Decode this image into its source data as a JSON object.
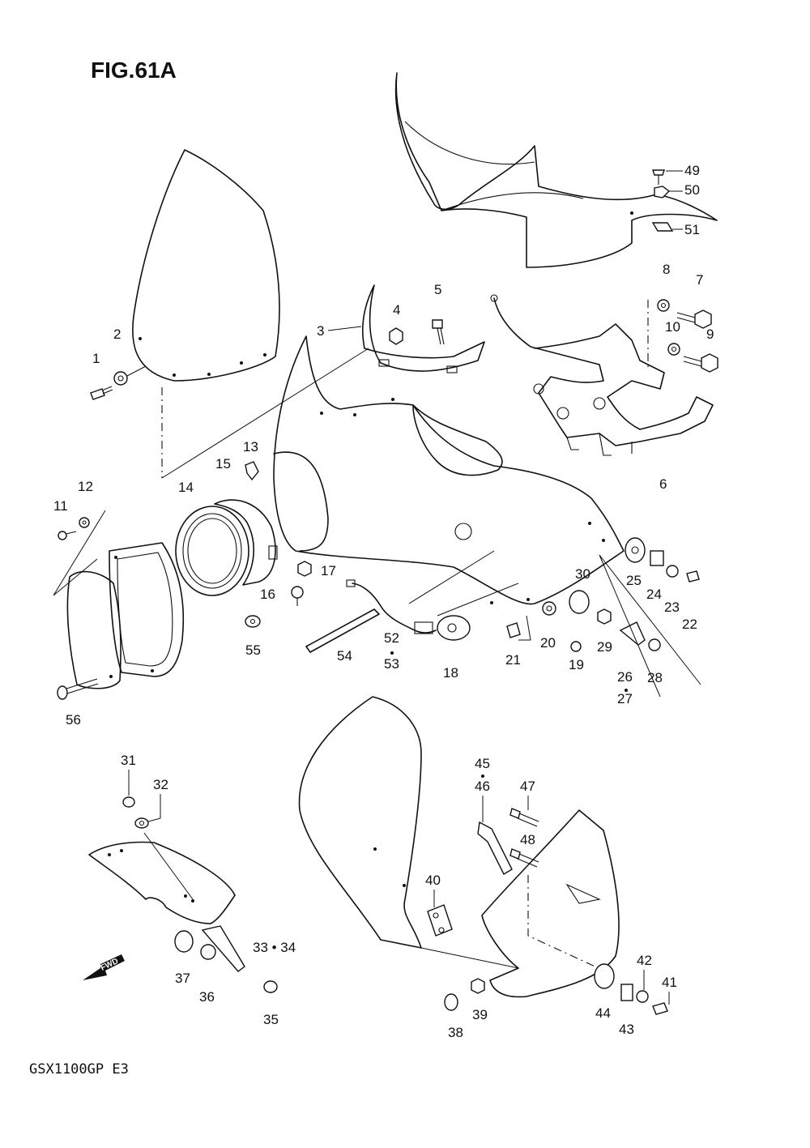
{
  "figure": {
    "title": "FIG.61A",
    "model": "GSX1100GP  E3",
    "fwd_label": "FWD"
  },
  "callouts": {
    "c1": "1",
    "c2": "2",
    "c3": "3",
    "c4": "4",
    "c5": "5",
    "c6": "6",
    "c7": "7",
    "c8": "8",
    "c9": "9",
    "c10": "10",
    "c11": "11",
    "c12": "12",
    "c13": "13",
    "c14": "14",
    "c15": "15",
    "c16": "16",
    "c17": "17",
    "c18": "18",
    "c19": "19",
    "c20": "20",
    "c21": "21",
    "c22": "22",
    "c23": "23",
    "c24": "24",
    "c25": "25",
    "c26": "26",
    "c27": "27",
    "c28": "28",
    "c29": "29",
    "c30": "30",
    "c31": "31",
    "c32": "32",
    "c33_34": "33 • 34",
    "c35": "35",
    "c36": "36",
    "c37": "37",
    "c38": "38",
    "c39": "39",
    "c40": "40",
    "c41": "41",
    "c42": "42",
    "c43": "43",
    "c44": "44",
    "c45": "45",
    "c46": "46",
    "c47": "47",
    "c48": "48",
    "c49": "49",
    "c50": "50",
    "c51": "51",
    "c52": "52",
    "c53": "53",
    "c54": "54",
    "c55": "55",
    "c56": "56"
  }
}
